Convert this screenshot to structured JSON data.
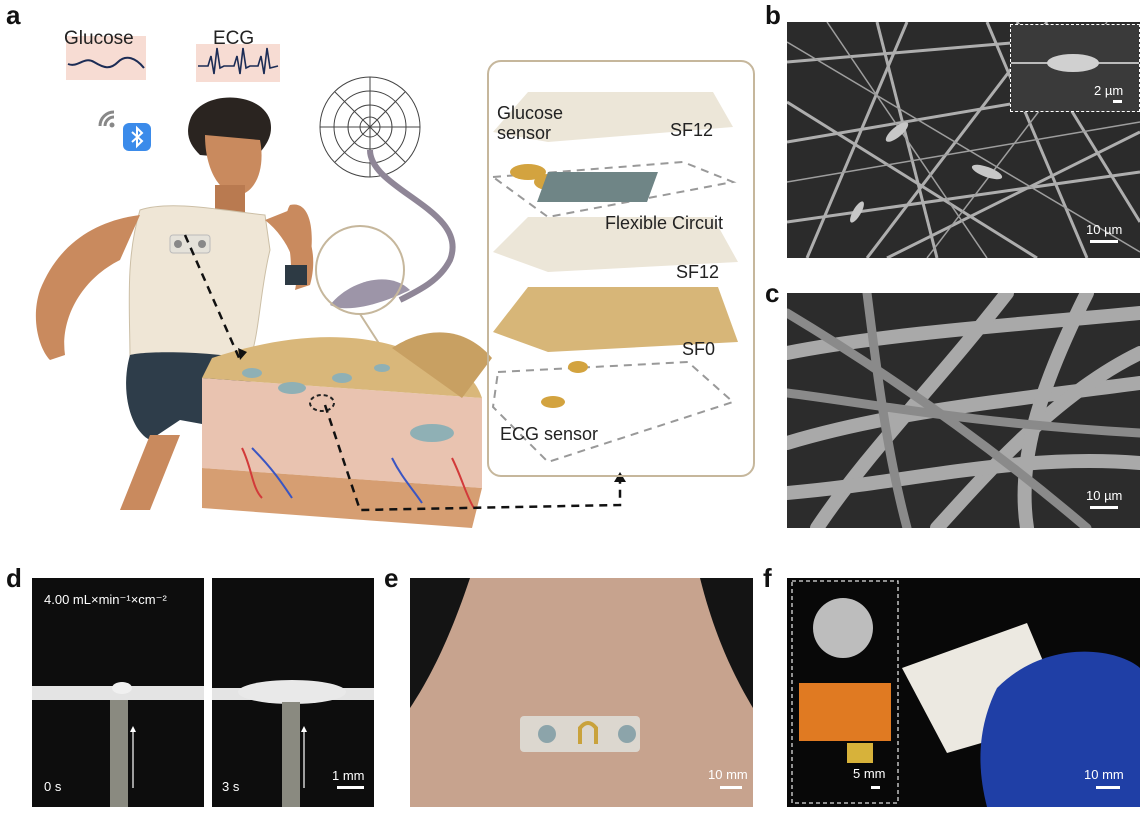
{
  "panels": {
    "a": {
      "label": "a",
      "glucose_title": "Glucose",
      "ecg_title": "ECG",
      "layer_labels": {
        "glucose_sensor": "Glucose\nsensor",
        "sf12_top": "SF12",
        "flexible_circuit": "Flexible Circuit",
        "sf12_mid": "SF12",
        "sf0": "SF0",
        "ecg_sensor": "ECG sensor"
      }
    },
    "b": {
      "label": "b",
      "inset_scale": "2 µm",
      "scale": "10 µm"
    },
    "c": {
      "label": "c",
      "scale": "10 µm"
    },
    "d": {
      "label": "d",
      "flow_rate": "4.00 mL×min⁻¹×cm⁻²",
      "time_left": "0 s",
      "time_right": "3 s",
      "scale": "1 mm"
    },
    "e": {
      "label": "e",
      "scale": "10 mm"
    },
    "f": {
      "label": "f",
      "inset_scale": "5 mm",
      "scale": "10 mm"
    }
  },
  "colors": {
    "sem_bg": "#2a2a2a",
    "fiber": "#bdbdbd",
    "silk_tan": "#d9b77a",
    "skin": "#e9c3b0",
    "glove_blue": "#1f3fa6"
  },
  "icons": [
    "wifi-icon",
    "bluetooth-icon",
    "spider-web-icon"
  ]
}
